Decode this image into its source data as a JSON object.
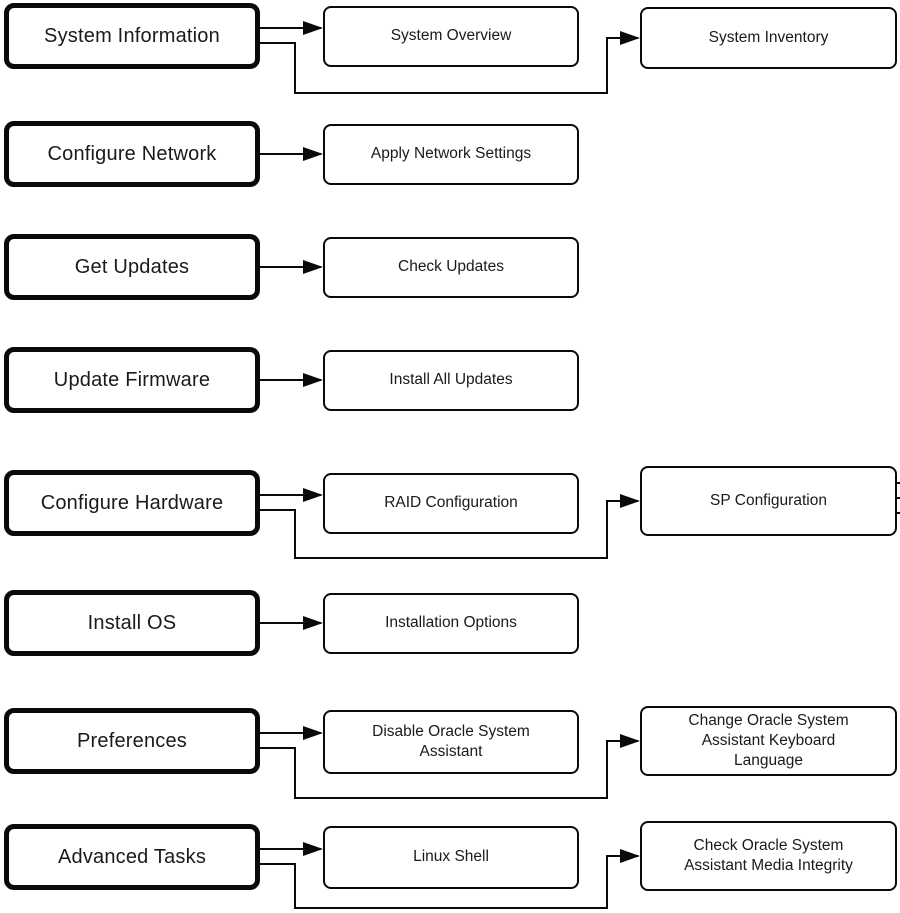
{
  "page": {
    "background": "#ffffff"
  },
  "colors": {
    "line": "#0a0a0a",
    "box_border": "#0a0a0a",
    "box_background": "#ffffff",
    "text": "#1a1a1a"
  },
  "rows": [
    {
      "task": "System Information",
      "subtask": "System Overview",
      "subtask2": "System Inventory"
    },
    {
      "task": "Configure Network",
      "subtask": "Apply Network Settings"
    },
    {
      "task": "Get Updates",
      "subtask": "Check Updates"
    },
    {
      "task": "Update Firmware",
      "subtask": "Install All Updates"
    },
    {
      "task": "Configure Hardware",
      "subtask": "RAID Configuration",
      "subtask2": "SP Configuration",
      "truncated_connector_stubs": 3
    },
    {
      "task": "Install OS",
      "subtask": "Installation Options"
    },
    {
      "task": "Preferences",
      "subtask": "Disable Oracle System Assistant",
      "subtask2": "Change Oracle System Assistant Keyboard Language"
    },
    {
      "task": "Advanced Tasks",
      "subtask": "Linux Shell",
      "subtask2": "Check Oracle System Assistant Media Integrity"
    }
  ]
}
